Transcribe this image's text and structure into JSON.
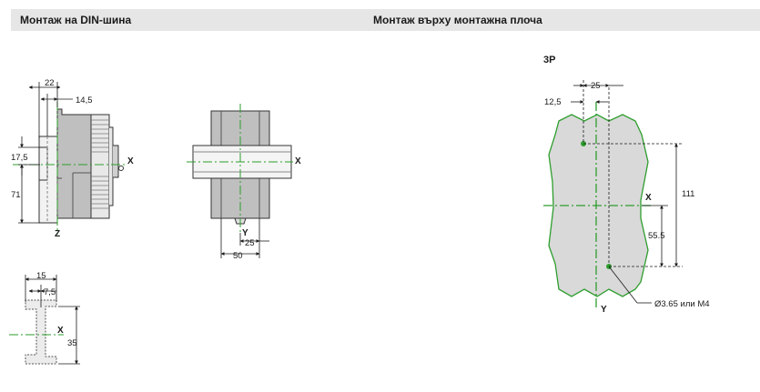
{
  "header": {
    "left_title": "Монтаж на DIN-шина",
    "right_title": "Монтаж върху монтажна плоча"
  },
  "side_view": {
    "dim_top_width": "22",
    "dim_top_offset": "14,5",
    "dim_height_upper": "17,5",
    "dim_height_lower": "71",
    "axis_x": "X",
    "axis_z": "Z"
  },
  "front_view": {
    "axis_x": "X",
    "axis_y": "Y",
    "dim_half": "25",
    "dim_full": "50"
  },
  "rail_profile": {
    "dim_width": "15",
    "dim_half_width": "7,5",
    "dim_height": "35",
    "axis_x": "X"
  },
  "plate": {
    "pole_label": "3P",
    "dim_top": "25",
    "dim_left": "12,5",
    "dim_total_height": "111",
    "dim_half_height": "55.5",
    "axis_x": "X",
    "axis_y": "Y",
    "hole_label": "Ø3.65 или M4"
  },
  "colors": {
    "header_bg": "#e6e6e6",
    "plate_fill": "#d9d9d9",
    "axis_green": "#2e9e2e",
    "body_grey": "#bfbfbf"
  }
}
